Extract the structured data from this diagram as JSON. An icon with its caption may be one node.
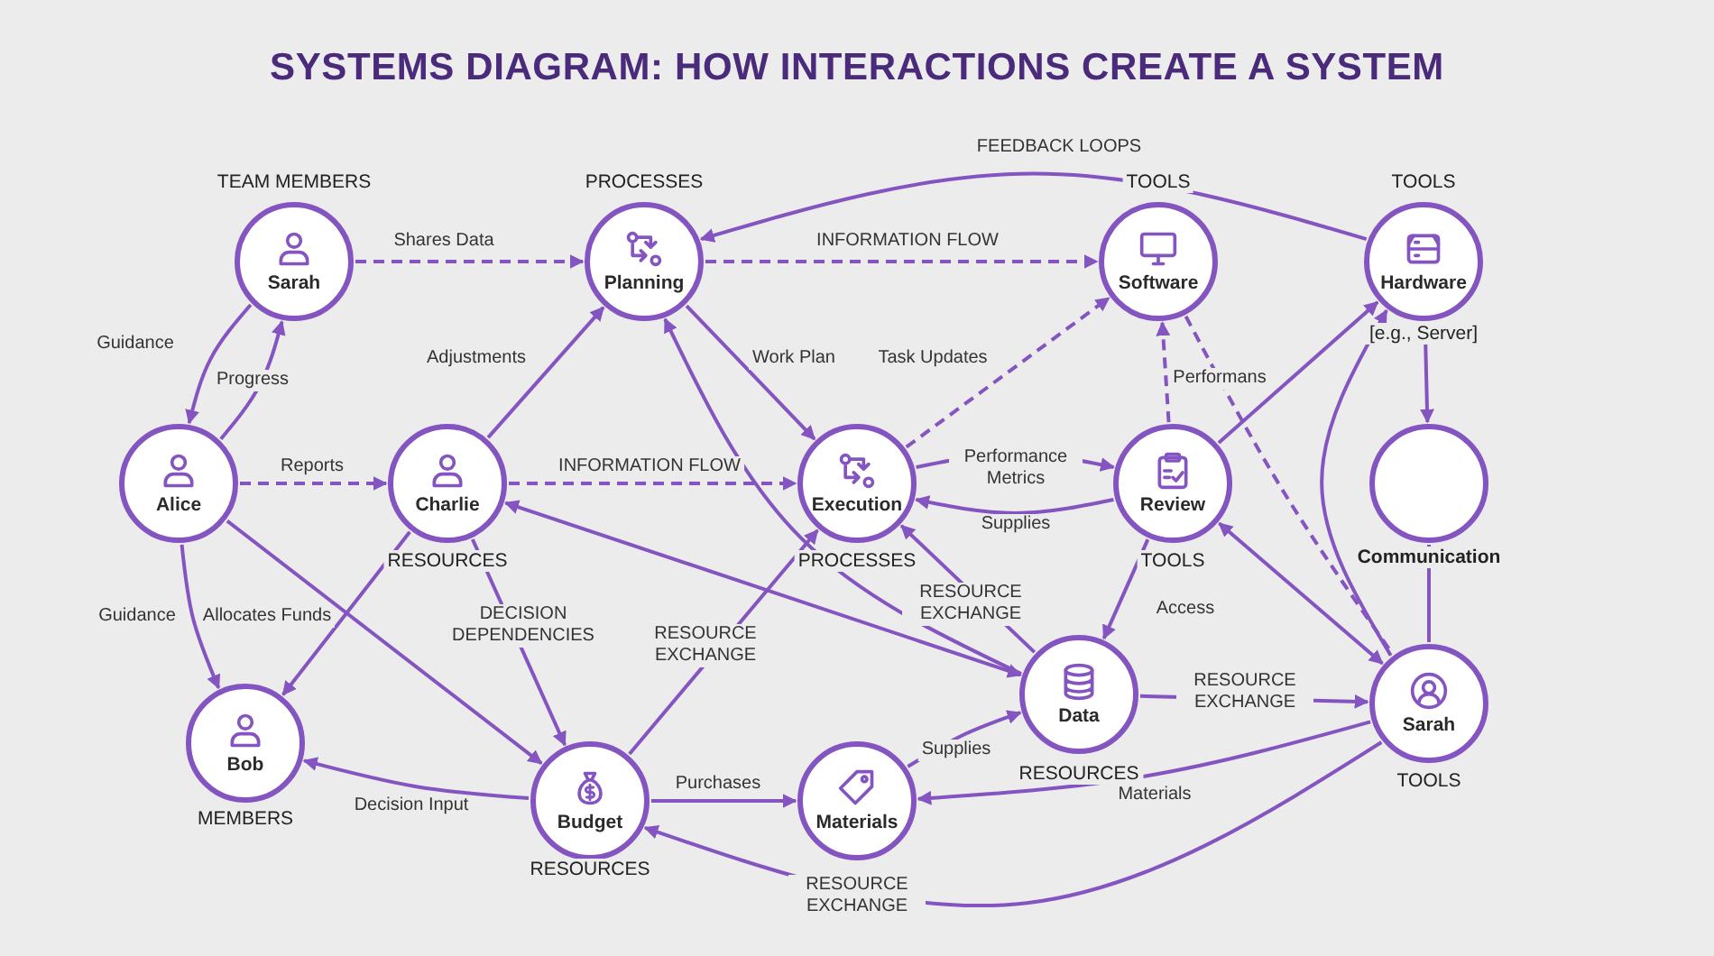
{
  "diagram": {
    "title": "SYSTEMS DIAGRAM: HOW INTERACTIONS CREATE A SYSTEM",
    "nodes": [
      {
        "text": [
          "Sarah"
        ],
        "beside": [
          "TEAM MEMBERS"
        ]
      },
      {
        "text": [
          "Planning"
        ],
        "beside": [
          "PROCESSES"
        ]
      },
      {
        "text": [
          "Software"
        ],
        "beside": [
          "TOOLS"
        ]
      },
      {
        "text": [
          "Hardware"
        ],
        "beside": [
          "TOOLS",
          "[e.g., Server]"
        ]
      },
      {
        "text": [
          "Alice"
        ]
      },
      {
        "text": [
          "Charlie"
        ],
        "beside": [
          "RESOURCES"
        ]
      },
      {
        "text": [
          "Execution"
        ],
        "beside": [
          "PROCESSES"
        ]
      },
      {
        "text": [
          "Review"
        ],
        "beside": [
          "TOOLS"
        ]
      },
      {
        "text": [],
        "shape": "circle",
        "beside": [
          "Communication"
        ]
      },
      {
        "text": [
          "Bob"
        ],
        "beside": [
          "MEMBERS"
        ]
      },
      {
        "text": [
          "Budget"
        ],
        "beside": [
          "RESOURCES"
        ]
      },
      {
        "text": [
          "Materials"
        ]
      },
      {
        "text": [
          "Data"
        ],
        "beside": [
          "RESOURCES"
        ]
      },
      {
        "text": [
          "Sarah"
        ],
        "beside": [
          "TOOLS"
        ]
      }
    ],
    "edges": [
      {
        "from": 0,
        "to": 1,
        "arrow": "to",
        "label": "Shares Data",
        "style": "dashed"
      },
      {
        "from": 0,
        "to": 4,
        "arrow": "to",
        "label": "Guidance"
      },
      {
        "from": 4,
        "to": 0,
        "arrow": "to",
        "label": "Progress"
      },
      {
        "from": 4,
        "to": 5,
        "arrow": "to",
        "label": "Reports",
        "style": "dashed"
      },
      {
        "from": 5,
        "to": 1,
        "arrow": "to",
        "label": "Adjustments"
      },
      {
        "from": 1,
        "to": 6,
        "arrow": "to",
        "label": "Work Plan"
      },
      {
        "from": 1,
        "to": 2,
        "arrow": "to",
        "label": "INFORMATION FLOW",
        "style": "dashed"
      },
      {
        "from": 3,
        "to": 1,
        "arrow": "to",
        "label": "FEEDBACK LOOPS"
      },
      {
        "from": 5,
        "to": 6,
        "arrow": "to",
        "label": "INFORMATION FLOW",
        "style": "dashed"
      },
      {
        "from": 6,
        "to": 2,
        "arrow": "to",
        "label": "Task Updates",
        "style": "dashed"
      },
      {
        "from": 6,
        "to": 7,
        "arrow": "to",
        "label": "Performance Metrics"
      },
      {
        "from": 7,
        "to": 6,
        "arrow": "to",
        "label": "Supplies"
      },
      {
        "from": 7,
        "to": 2,
        "arrow": "to",
        "label": "Performans",
        "style": "dashed"
      },
      {
        "from": 7,
        "to": 3,
        "arrow": "to"
      },
      {
        "from": 2,
        "to": 13,
        "arrow": "none",
        "style": "dashed"
      },
      {
        "from": 13,
        "to": 3,
        "arrow": "to"
      },
      {
        "from": 3,
        "to": 8,
        "arrow": "to"
      },
      {
        "from": 8,
        "to": 13,
        "arrow": "none"
      },
      {
        "from": 7,
        "to": 13,
        "arrow": "both"
      },
      {
        "from": 4,
        "to": 9,
        "arrow": "to",
        "label": "Guidance"
      },
      {
        "from": 5,
        "to": 9,
        "arrow": "to"
      },
      {
        "from": 4,
        "to": 10,
        "arrow": "to",
        "label": "Allocates Funds"
      },
      {
        "from": 5,
        "to": 10,
        "arrow": "to",
        "label": "DECISION DEPENDENCIES"
      },
      {
        "from": 10,
        "to": 9,
        "arrow": "to",
        "label": "Decision Input"
      },
      {
        "from": 10,
        "to": 6,
        "arrow": "to",
        "label": "RESOURCE EXCHANGE"
      },
      {
        "from": 10,
        "to": 11,
        "arrow": "to",
        "label": "Purchases"
      },
      {
        "from": 11,
        "to": 12,
        "arrow": "to",
        "label": "Supplies"
      },
      {
        "from": 13,
        "to": 11,
        "arrow": "to",
        "label": "Materials"
      },
      {
        "from": 13,
        "to": 10,
        "arrow": "to",
        "label": "RESOURCE EXCHANGE"
      },
      {
        "from": 12,
        "to": 13,
        "arrow": "to",
        "label": "RESOURCE EXCHANGE"
      },
      {
        "from": 7,
        "to": 12,
        "arrow": "to",
        "label": "Access"
      },
      {
        "from": 12,
        "to": 6,
        "arrow": "to",
        "label": "RESOURCE EXCHANGE"
      },
      {
        "from": 5,
        "to": 12,
        "arrow": "both"
      },
      {
        "from": 12,
        "to": 1,
        "arrow": "to"
      }
    ]
  }
}
